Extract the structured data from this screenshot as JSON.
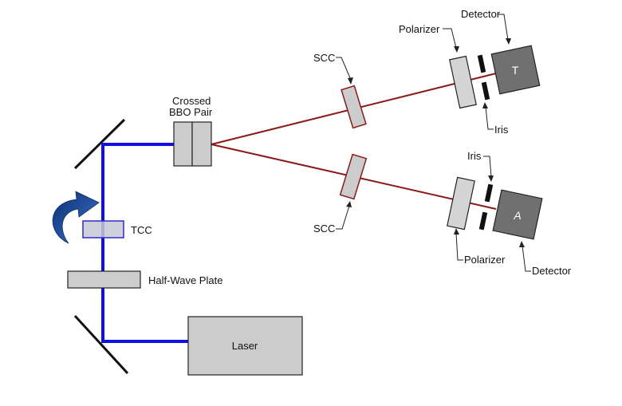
{
  "labels": {
    "laser": "Laser",
    "half_wave_plate": "Half-Wave Plate",
    "tcc": "TCC",
    "bbo_line1": "Crossed",
    "bbo_line2": "BBO Pair",
    "scc_top": "SCC",
    "scc_bottom": "SCC",
    "polarizer_top": "Polarizer",
    "polarizer_bottom": "Polarizer",
    "detector_top": "Detector",
    "detector_bottom": "Detector",
    "iris_top": "Iris",
    "iris_bottom": "Iris",
    "detector_top_letter": "T",
    "detector_bottom_letter": "A"
  },
  "colors": {
    "pump_beam": "#1010e0",
    "output_beam": "#8b1a1a",
    "component_fill": "#cccccc",
    "detector_fill": "#707070",
    "rotation_arrow": "#1f4fa8",
    "stroke": "#222222"
  },
  "icons": {
    "rotation": "curved-rotation-arrow-icon"
  }
}
